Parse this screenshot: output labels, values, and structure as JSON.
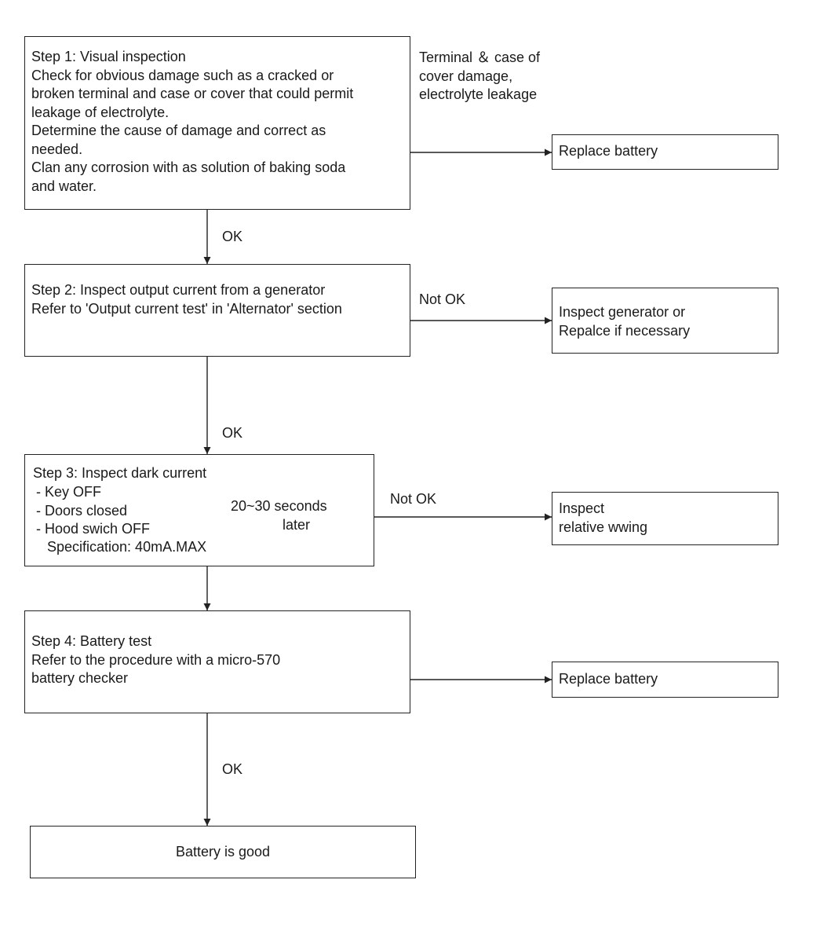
{
  "step1": {
    "lines": [
      "Step 1: Visual inspection",
      "Check for obvious damage such as a cracked or",
      "broken terminal and case or cover that could permit",
      "leakage of electrolyte.",
      "Determine the cause of damage and correct as",
      "needed.",
      "Clan any corrosion with as solution of baking soda",
      "and water."
    ],
    "side_note": [
      "Terminal ＆ case of",
      "cover damage,",
      "electrolyte leakage"
    ],
    "result": "Replace battery",
    "ok_label": "OK"
  },
  "step2": {
    "lines": [
      "Step 2: Inspect output current from a generator",
      "Refer to 'Output current test' in 'Alternator' section"
    ],
    "branch_label": "Not OK",
    "result": [
      "Inspect generator or",
      "Repalce if necessary"
    ],
    "ok_label": "OK"
  },
  "step3": {
    "title": "Step 3: Inspect dark current",
    "conditions": [
      "- Key OFF",
      "- Doors closed",
      "- Hood swich OFF"
    ],
    "wait": [
      "20~30 seconds",
      "later"
    ],
    "spec": "Specification: 40mA.MAX",
    "branch_label": "Not OK",
    "result": [
      "Inspect",
      "relative wwing"
    ]
  },
  "step4": {
    "lines": [
      "Step 4: Battery test",
      "Refer to the procedure with a micro-570",
      "battery checker"
    ],
    "result": "Replace battery",
    "ok_label": "OK"
  },
  "final": {
    "label": "Battery is good"
  }
}
